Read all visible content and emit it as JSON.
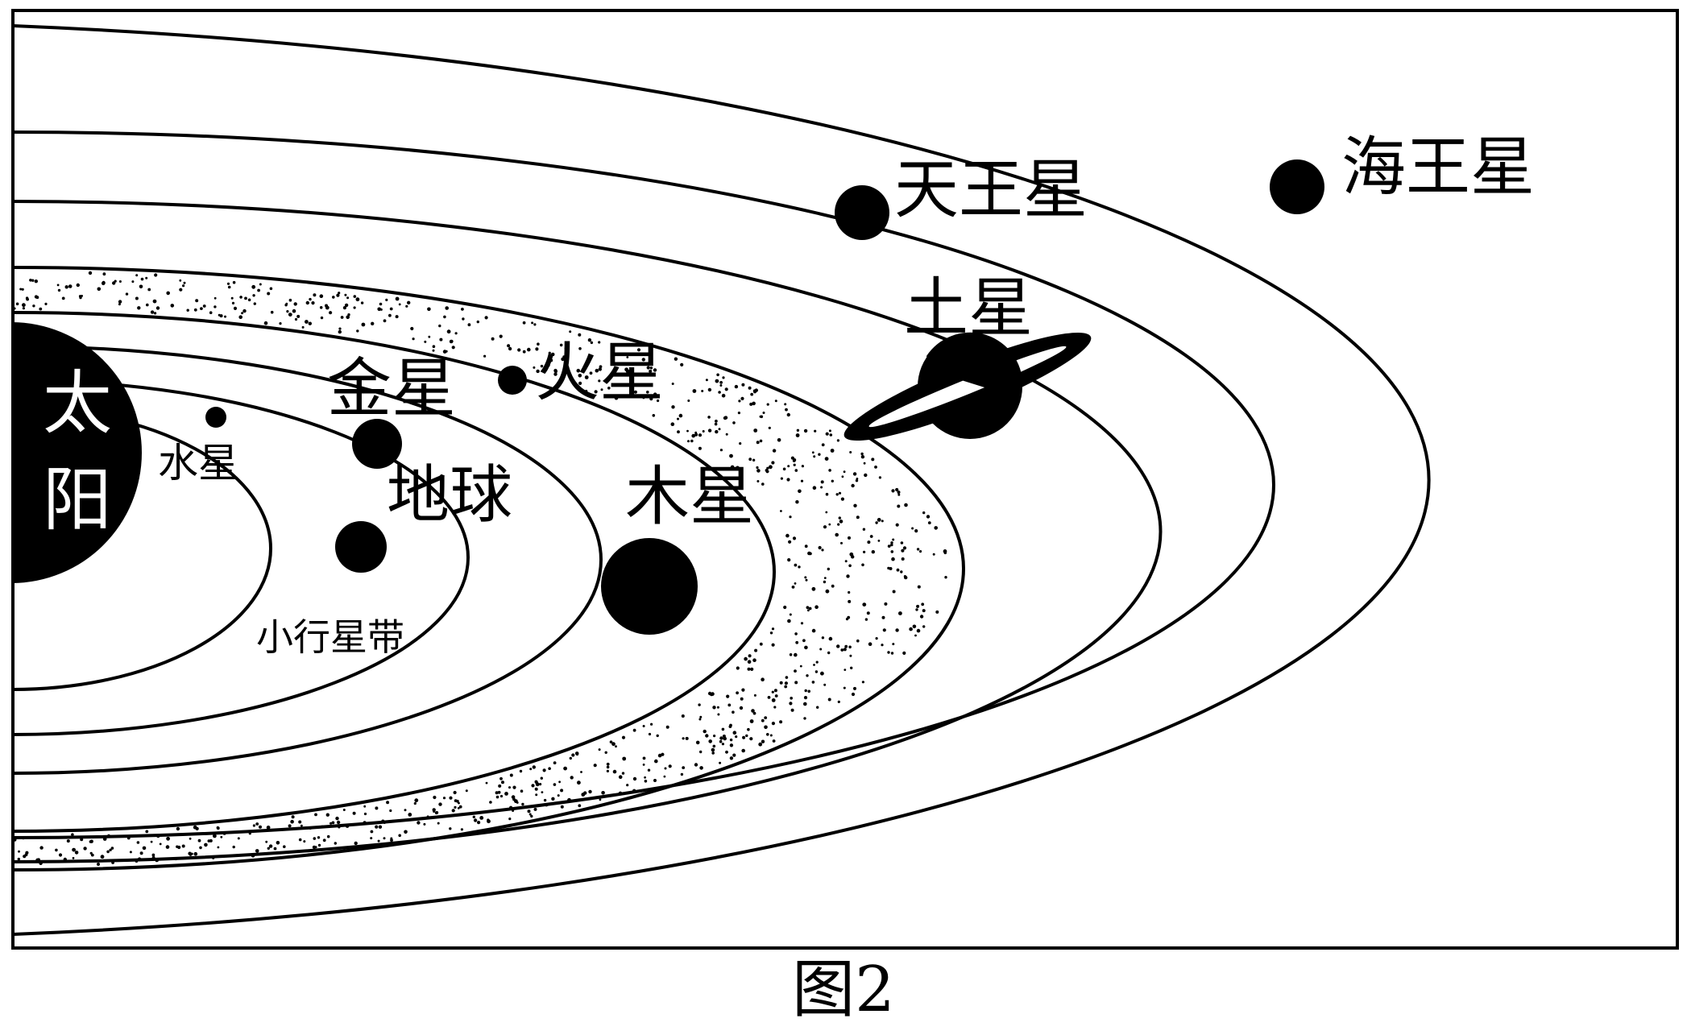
{
  "diagram": {
    "caption": "图2",
    "sun_label": [
      "太",
      "阳"
    ],
    "planets": {
      "mercury": "水星",
      "venus": "金星",
      "earth": "地球",
      "mars": "火星",
      "jupiter": "木星",
      "saturn": "土星",
      "uranus": "天王星",
      "neptune": "海王星"
    },
    "asteroid_belt": "小行星带"
  },
  "colors": {
    "ink": "#000000",
    "background": "#ffffff"
  }
}
